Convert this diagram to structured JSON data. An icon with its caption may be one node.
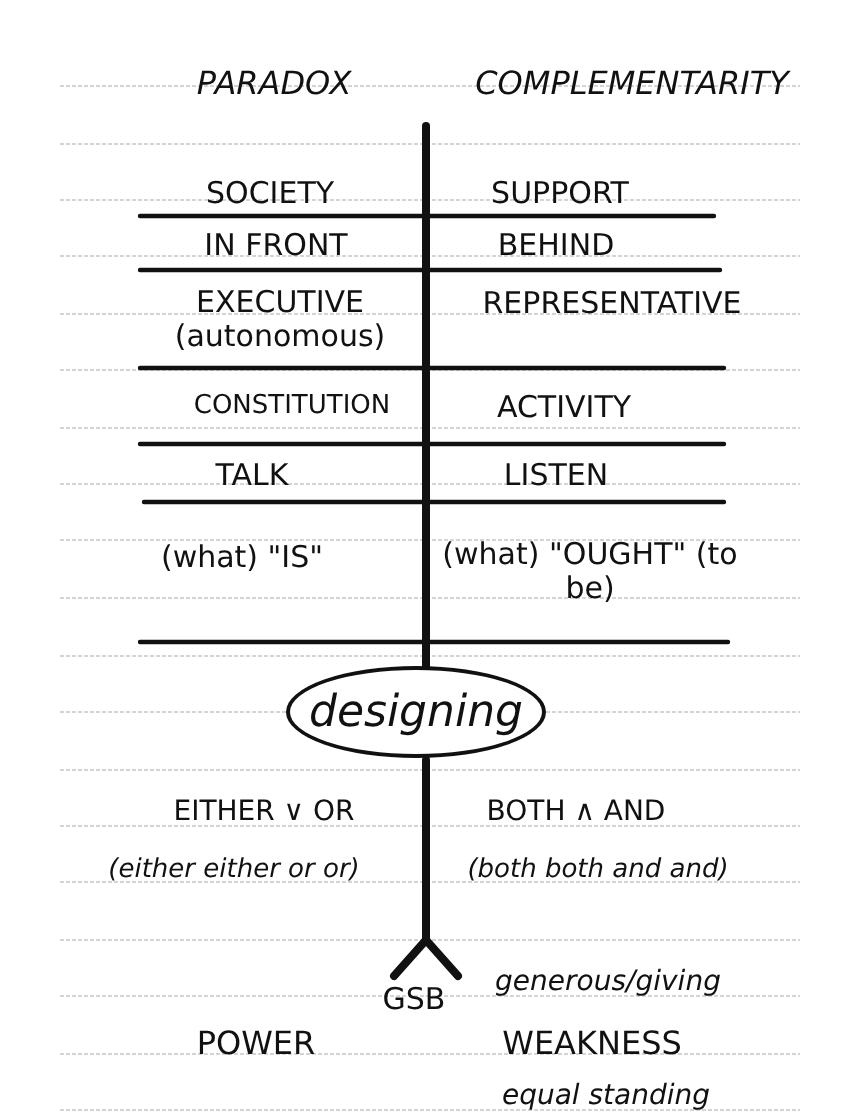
{
  "diagram": {
    "nodes": [
      {
        "text": [
          "designing"
        ]
      }
    ],
    "labels": [
      "PARADOX",
      "COMPLEMENTARITY",
      "SOCIETY",
      "SUPPORT",
      "IN FRONT",
      "BEHIND",
      "EXECUTIVE (autonomous)",
      "REPRESENTATIVE",
      "CONSTITUTION",
      "ACTIVITY",
      "TALK",
      "LISTEN",
      "(what) \"IS\"",
      "(what) \"OUGHT\" (to be)",
      "EITHER ∨ OR",
      "BOTH ∧ AND",
      "(either either or or)",
      "(both both and and)",
      "GSB",
      "generous/giving",
      "POWER",
      "WEAKNESS",
      "equal standing"
    ]
  }
}
